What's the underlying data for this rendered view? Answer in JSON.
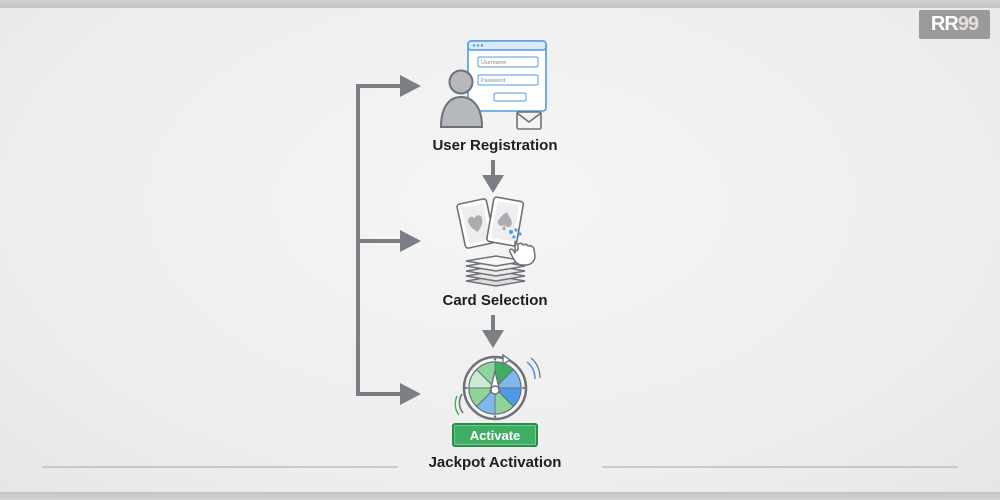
{
  "steps": [
    {
      "label": "User Registration",
      "icon": "user-registration-icon"
    },
    {
      "label": "Card Selection",
      "icon": "card-selection-icon"
    },
    {
      "label": "Jackpot Activation",
      "icon": "jackpot-wheel-icon"
    }
  ],
  "form": {
    "username_placeholder": "Username",
    "password_placeholder": "Password"
  },
  "activate_button": {
    "label": "Activate"
  },
  "logo": {
    "text_a": "RR",
    "text_b": "99"
  },
  "colors": {
    "arrow": "#7a7f85",
    "accent_blue": "#4d9be6",
    "accent_green": "#3fae62",
    "wheel_green": "#8fd49a",
    "wheel_blue": "#7fb8ef"
  }
}
